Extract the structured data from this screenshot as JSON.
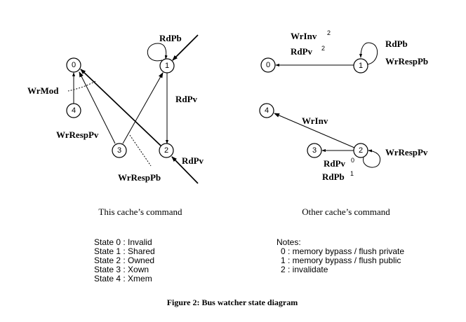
{
  "left_diagram": {
    "caption": "This cache’s command",
    "nodes": [
      "0",
      "1",
      "2",
      "3",
      "4"
    ],
    "labels": {
      "rdpb": "RdPb",
      "rdpv_mid": "RdPv",
      "rdpv_in": "RdPv",
      "wrmod": "WrMod",
      "wrresppv": "WrRespPv",
      "wrresppb": "WrRespPb"
    }
  },
  "right_diagram": {
    "caption": "Other cache’s command",
    "nodes": [
      "0",
      "1",
      "2",
      "3",
      "4"
    ],
    "labels": {
      "wrinv_top": "WrInv",
      "wrinv_top_sup": "2",
      "rdpv_top": "RdPv",
      "rdpv_top_sup": "2",
      "rdpb_loop": "RdPb",
      "wrresppb_loop": "WrRespPb",
      "wrinv": "WrInv",
      "wrresppv_loop": "WrRespPv",
      "rdpv_bot": "RdPv",
      "rdpv_bot_sup": "0",
      "rdpb_bot": "RdPb",
      "rdpb_bot_sup": "1"
    }
  },
  "legend": {
    "states": [
      "State 0 : Invalid",
      "State 1 : Shared",
      "State 2 : Owned",
      "State 3 : Xown",
      "State 4 : Xmem"
    ],
    "notes_title": "Notes:",
    "notes": [
      "0 : memory bypass / flush private",
      "1 : memory bypass / flush public",
      "2 : invalidate"
    ]
  },
  "figure_caption": "Figure 2: Bus watcher state diagram"
}
